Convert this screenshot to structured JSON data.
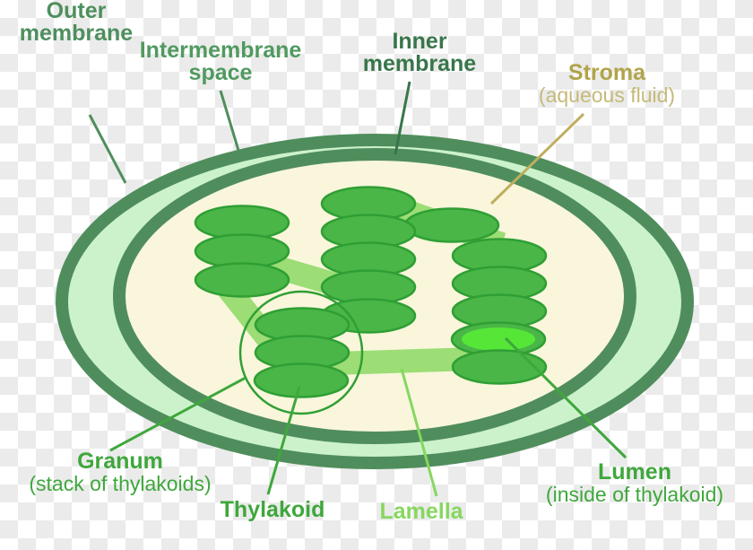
{
  "labels": {
    "outer_membrane": {
      "line1": "Outer",
      "line2": "membrane"
    },
    "intermembrane_space": {
      "line1": "Intermembrane",
      "line2": "space"
    },
    "inner_membrane": {
      "line1": "Inner",
      "line2": "membrane"
    },
    "stroma": {
      "line1": "Stroma",
      "line2": "(aqueous fluid)"
    },
    "granum": {
      "line1": "Granum",
      "line2": "(stack of thylakoids)"
    },
    "thylakoid": {
      "line1": "Thylakoid"
    },
    "lamella": {
      "line1": "Lamella"
    },
    "lumen": {
      "line1": "Lumen",
      "line2": "(inside of thylakoid)"
    }
  },
  "colors": {
    "checker": "#ebebeb",
    "membrane-ring": "#4f8e5c",
    "intermembrane-fill": "#ccf2cb",
    "stroma-fill": "#f9f6dc",
    "thylakoid-fill": "#4ab648",
    "thylakoid-stroke": "#2f9f34",
    "lamella-band": "#9cdd75",
    "lumen-fill": "#55e637",
    "leader-green": "#3fa73c",
    "leader-sage": "#4f8e5c",
    "leader-inner": "#37764a",
    "leader-stroma": "#bfae5e",
    "leader-lamella": "#86d75f",
    "label-sage": "#4e8f5e",
    "label-green-mid": "#509a60",
    "label-inner": "#37764a",
    "label-stroma": "#b1a44b",
    "label-stroma-light": "#c5ba7a",
    "label-green": "#3fa73c",
    "label-lamella": "#86d75f"
  }
}
